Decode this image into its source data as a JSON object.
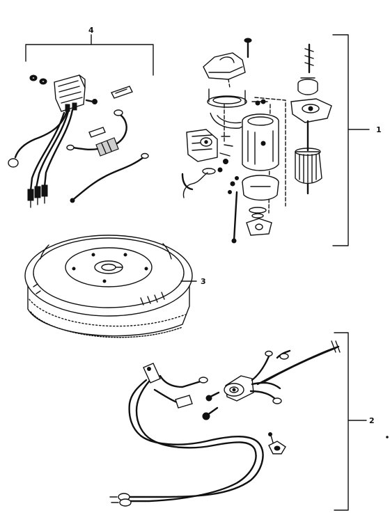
{
  "callouts": {
    "starter_motor": "1",
    "wiring_harness": "2",
    "flywheel": "3",
    "rectifier_kit": "4"
  }
}
